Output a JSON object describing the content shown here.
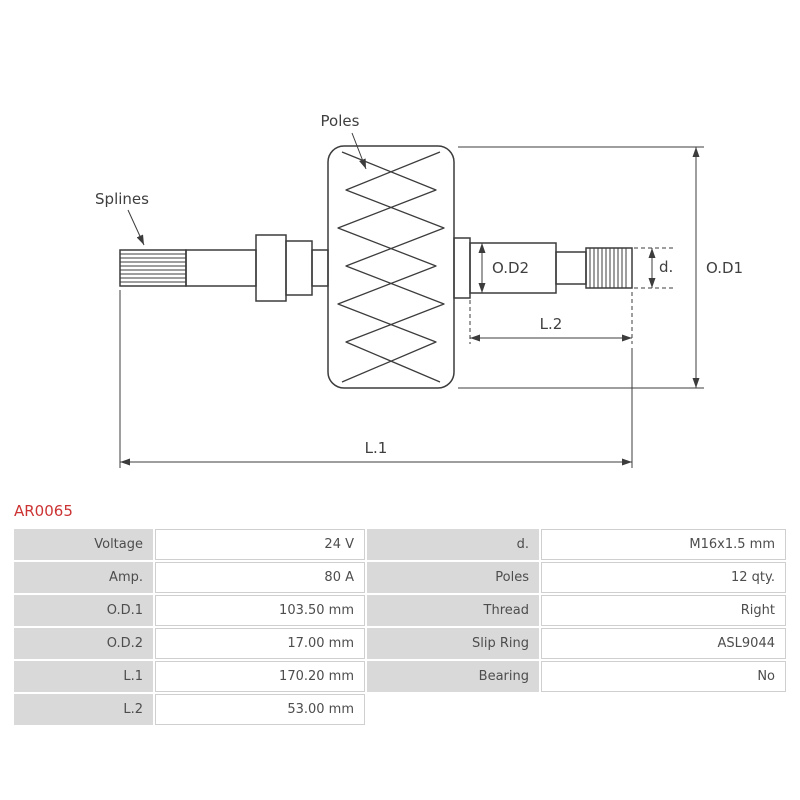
{
  "part_number": "AR0065",
  "diagram": {
    "poles_label": "Poles",
    "splines_label": "Splines",
    "od2_label": "O.D2",
    "d_label": "d.",
    "od1_label": "O.D1",
    "l2_label": "L.2",
    "l1_label": "L.1"
  },
  "table": {
    "rows": [
      {
        "c": [
          "Voltage",
          "24 V",
          "d.",
          "M16x1.5 mm"
        ]
      },
      {
        "c": [
          "Amp.",
          "80 A",
          "Poles",
          "12 qty."
        ]
      },
      {
        "c": [
          "O.D.1",
          "103.50 mm",
          "Thread",
          "Right"
        ]
      },
      {
        "c": [
          "O.D.2",
          "17.00 mm",
          "Slip Ring",
          "ASL9044"
        ]
      },
      {
        "c": [
          "L.1",
          "170.20 mm",
          "Bearing",
          "No"
        ]
      },
      {
        "c": [
          "L.2",
          "53.00 mm",
          "",
          ""
        ]
      }
    ]
  }
}
